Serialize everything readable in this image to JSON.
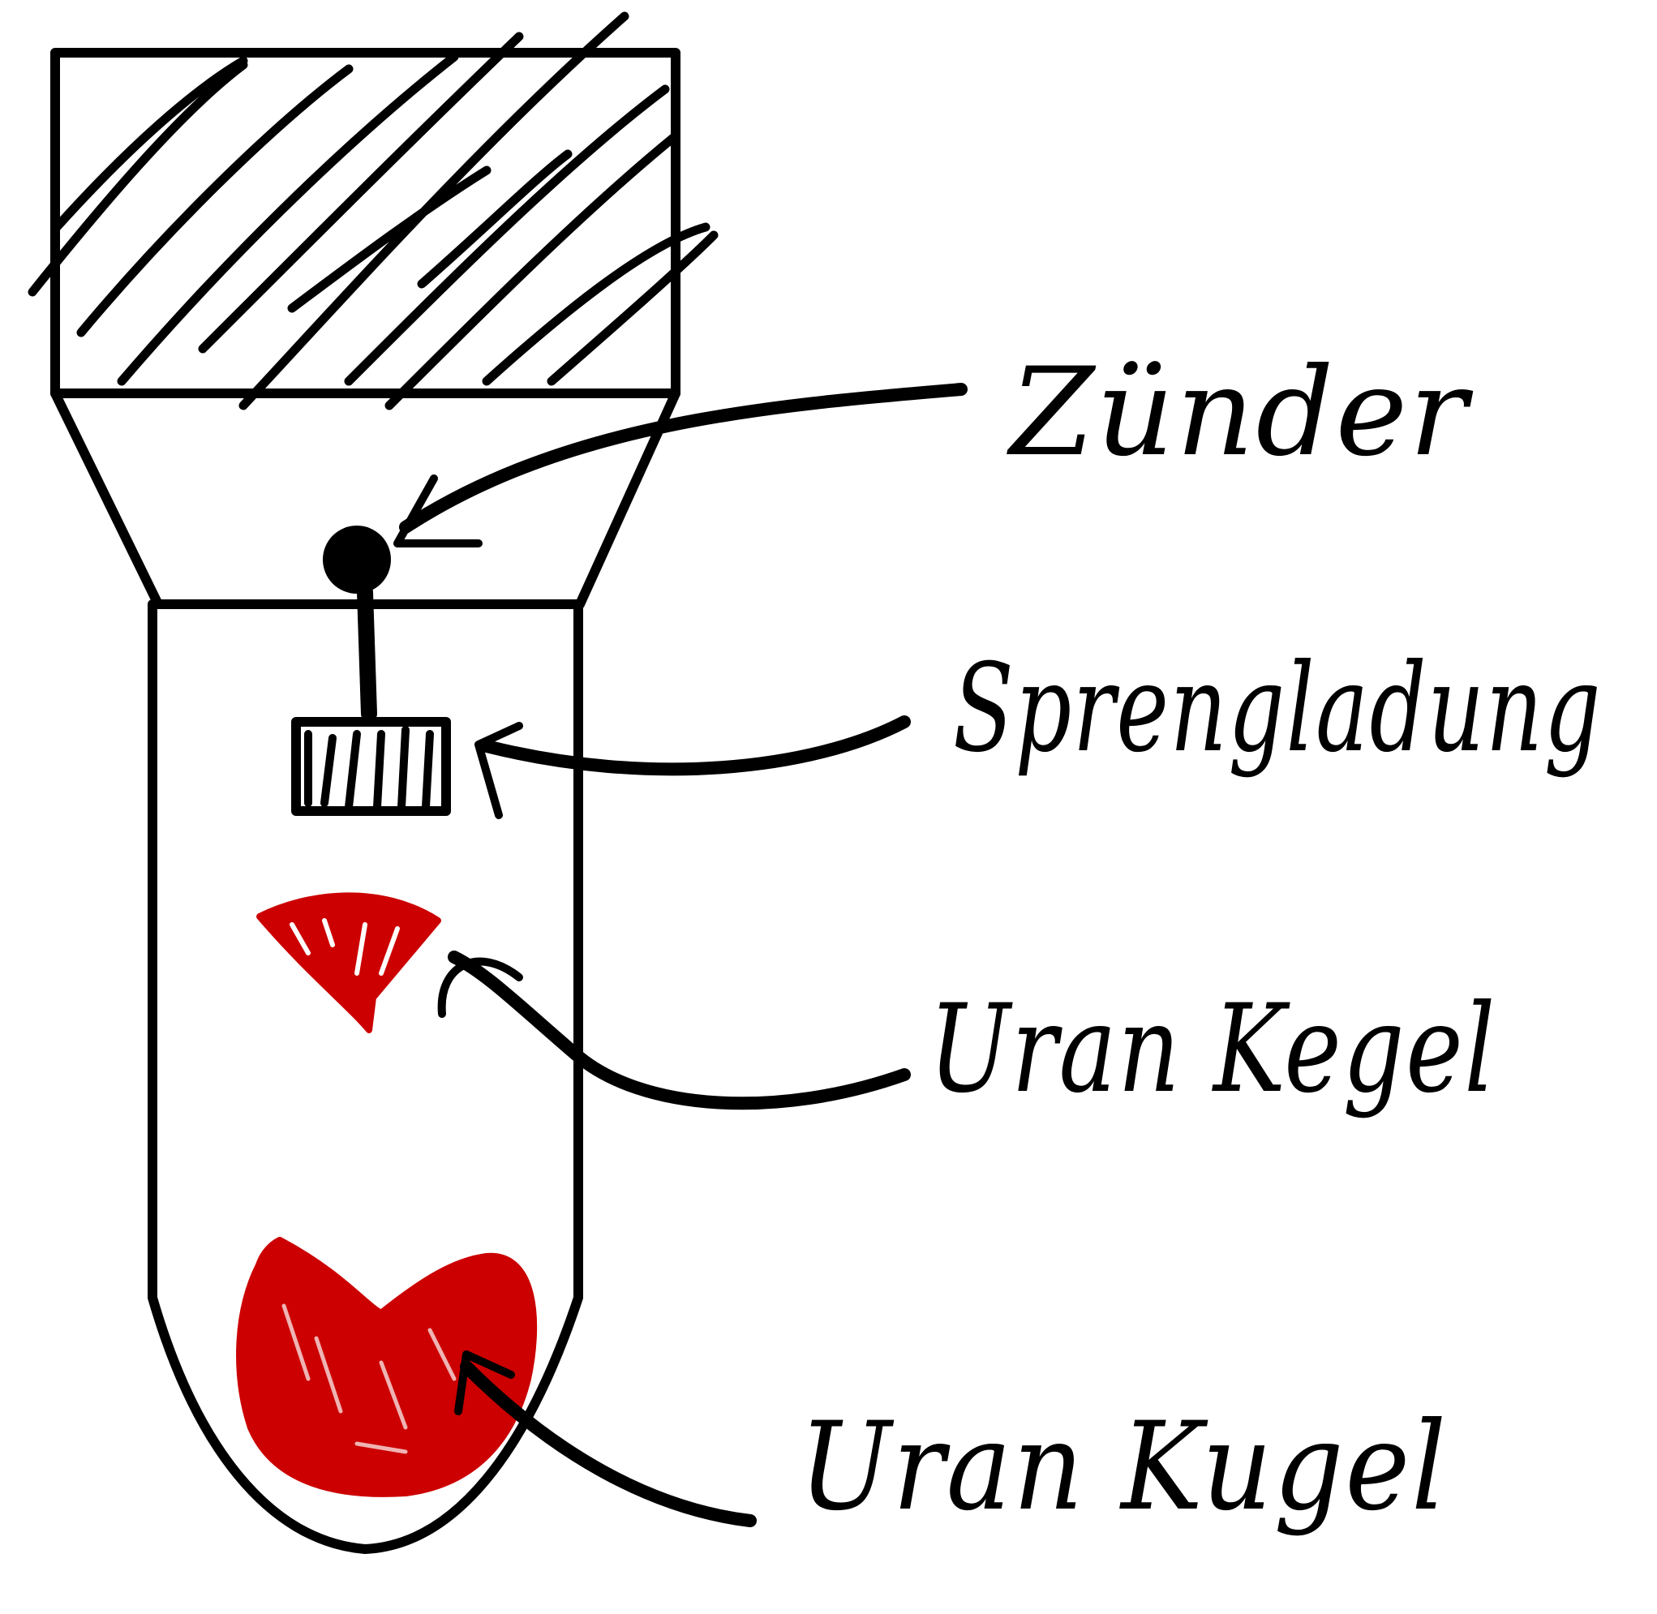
{
  "labels": {
    "detonator": "Zünder",
    "explosive_charge": "Sprengladung",
    "uranium_cone": "Uran Kegel",
    "uranium_sphere": "Uran Kugel"
  },
  "colors": {
    "ink": "#000000",
    "uranium": "#cc0000",
    "background": "#ffffff"
  }
}
